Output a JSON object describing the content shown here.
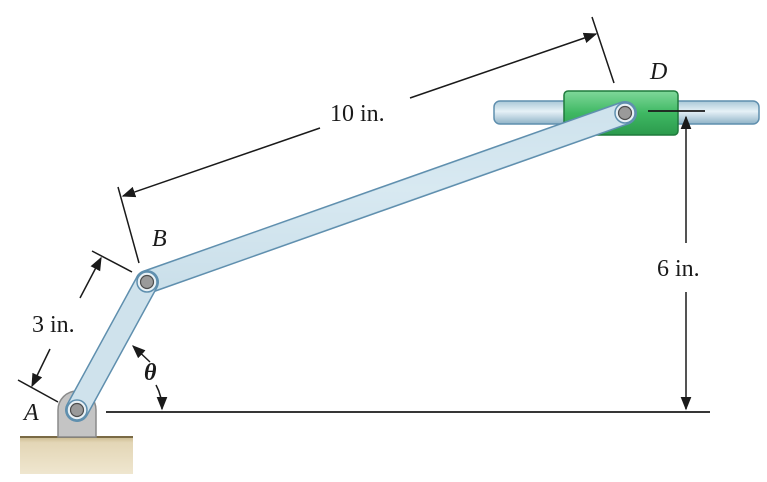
{
  "labels": {
    "point_a": "A",
    "point_b": "B",
    "point_d": "D",
    "angle": "θ",
    "dim_ab": "3 in.",
    "dim_bd": "10 in.",
    "dim_height": "6 in."
  },
  "colors": {
    "link": "#b9d4e3",
    "link_stroke": "#5f8fae",
    "collar": "#3fb863",
    "collar_stroke": "#1f7a3c",
    "rod": "#bcd8e6",
    "ground": "#e3d6b6",
    "pin": "#9a9a9a",
    "line": "#1a1a1a"
  }
}
